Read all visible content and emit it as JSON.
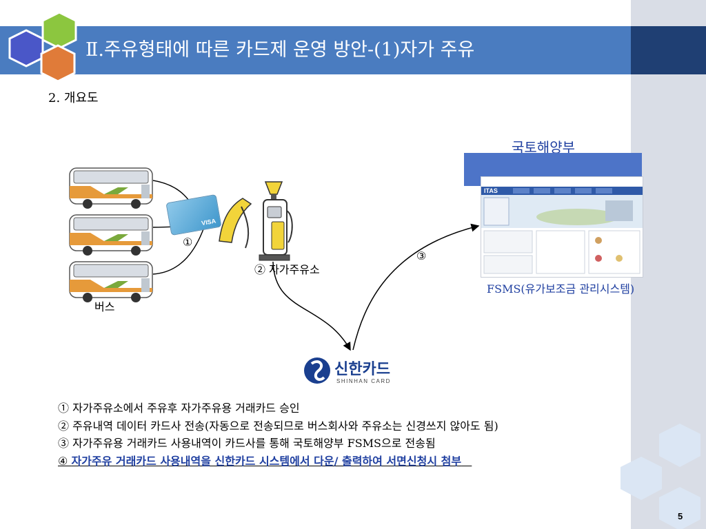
{
  "title": "Ⅱ.주유형태에 따른 카드제 운영 방안-(1)자가 주유",
  "subtitle": "2. 개요도",
  "diagram": {
    "ministry": "국토해양부",
    "fsms": "FSMS(유가보조금 관리시스템)",
    "bus_label": "버스",
    "station_label": "② 자가주유소",
    "step1": "①",
    "step3": "③",
    "screenshot_logo": "ITAS",
    "card_brand": "VISA",
    "shinhan_kr": "신한카드",
    "shinhan_en": "SHINHAN CARD"
  },
  "notes": [
    "① 자가주유소에서 주유후 자가주유용 거래카드 승인",
    "② 주유내역 데이터 카드사 전송(자동으로 전송되므로 버스회사와 주유소는 신경쓰지 않아도 됨)",
    "③ 자가주유용 거래카드 사용내역이 카드사를 통해 국토해양부 FSMS으로 전송됨"
  ],
  "note4": {
    "prefix": "④ ",
    "text": "자가주유 거래카드 사용내역을 신한카드 시스템에서 다운/ 출력하여 서면신청시 첨부"
  },
  "page_number": "5",
  "colors": {
    "title_bar": "#4a7cc0",
    "title_cap": "#1f3f73",
    "hex_blue": "#4a57c8",
    "hex_green": "#8cc63f",
    "hex_orange": "#e07b39",
    "accent_text": "#1f3fa0"
  }
}
